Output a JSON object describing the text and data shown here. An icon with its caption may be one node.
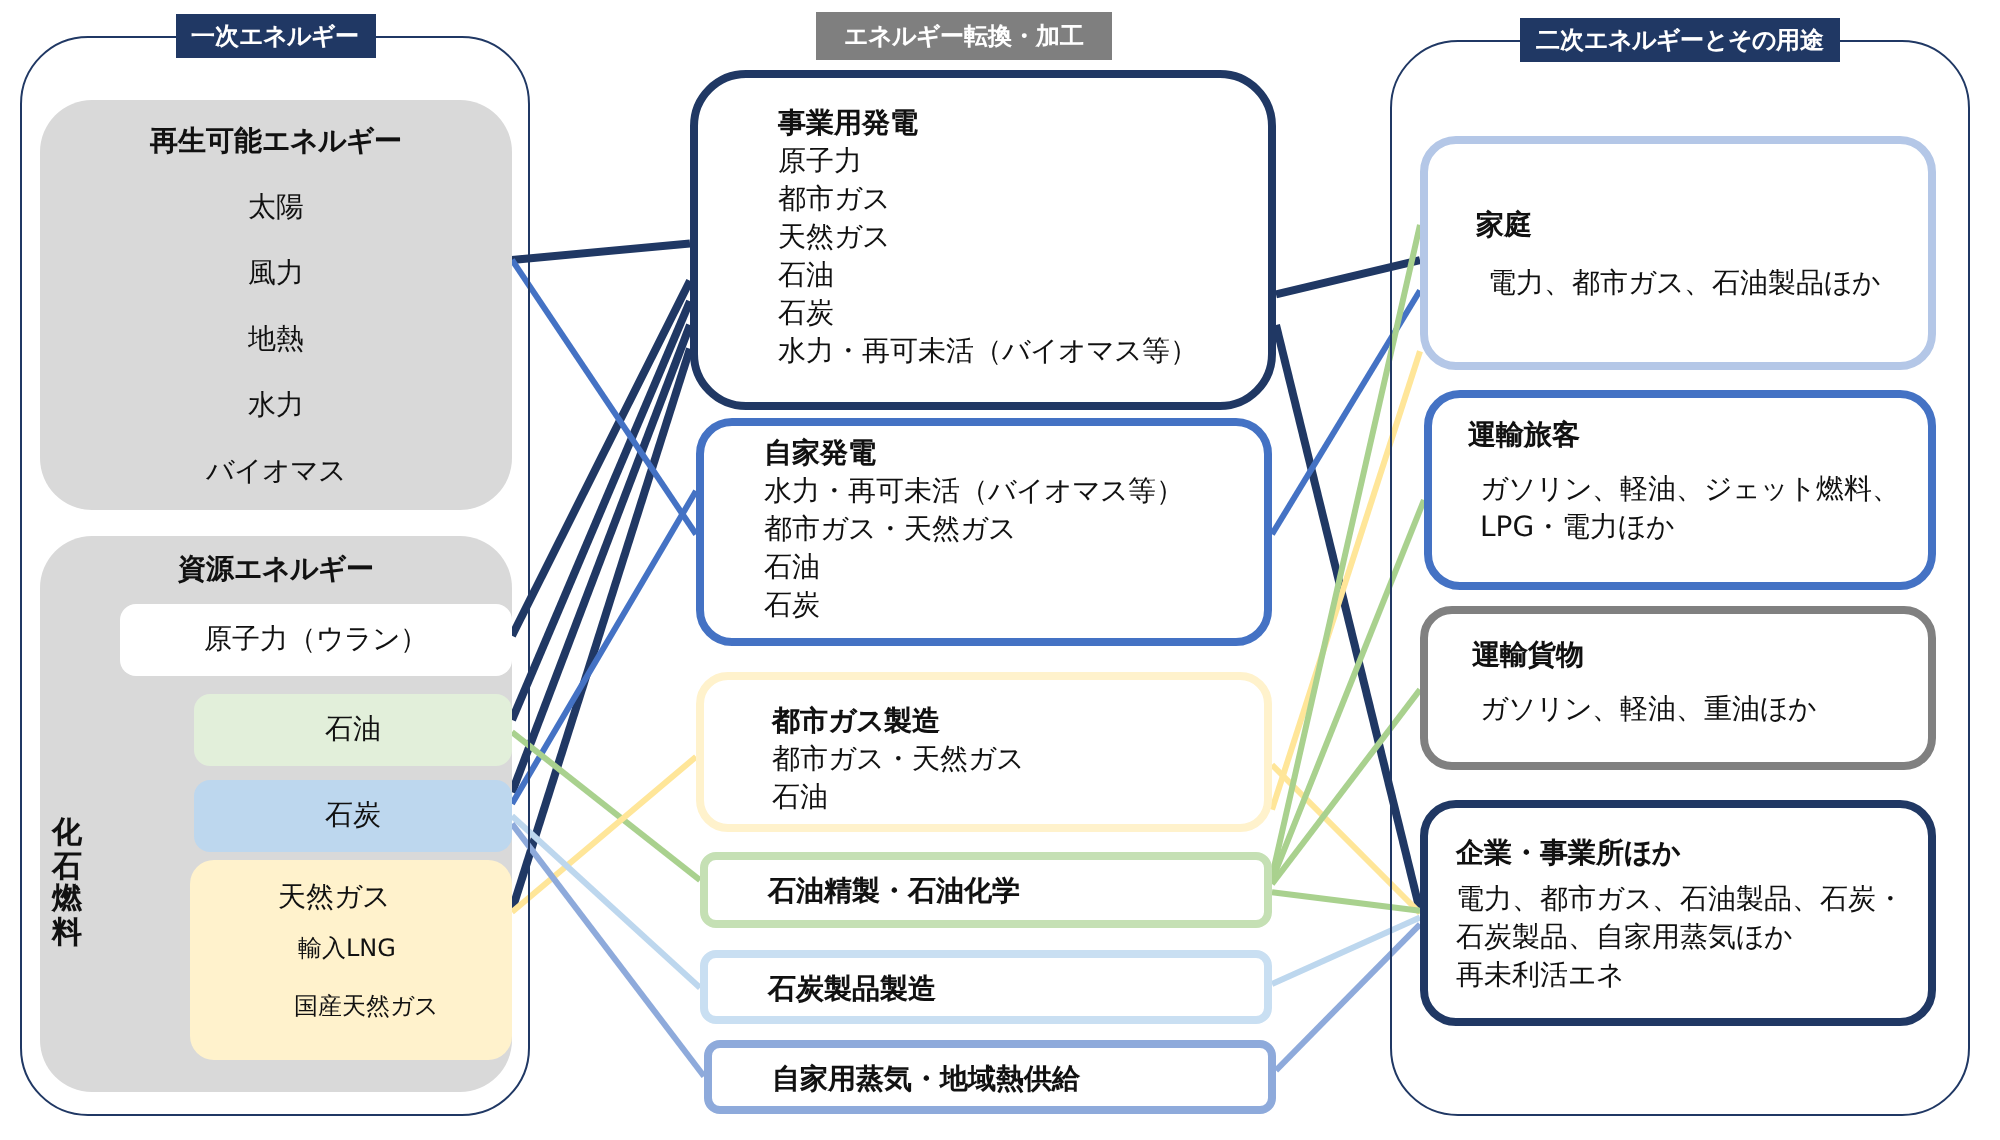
{
  "diagram": {
    "nodes": [
      {
        "text": [
          "一次エネルギー"
        ]
      },
      {
        "text": [
          "再生可能エネルギー",
          "太陽",
          "風力",
          "地熱",
          "水力",
          "バイオマス"
        ],
        "in": 0
      },
      {
        "text": [
          "資源エネルギー"
        ],
        "in": 0
      },
      {
        "text": [
          "原子力（ウラン）"
        ],
        "in": 2
      },
      {
        "text": [
          "石油"
        ],
        "in": 2
      },
      {
        "text": [
          "石炭"
        ],
        "in": 2
      },
      {
        "text": [
          "天然ガス",
          "輸入LNG",
          "国産天然ガス"
        ],
        "in": 2
      },
      {
        "text": [
          "エネルギー転換・加工"
        ]
      },
      {
        "text": [
          "事業用発電",
          "原子力",
          "都市ガス",
          "天然ガス",
          "石油",
          "石炭",
          "水力・再可未活（バイオマス等）"
        ]
      },
      {
        "text": [
          "自家発電",
          "水力・再可未活（バイオマス等）",
          "都市ガス・天然ガス",
          "石油",
          "石炭"
        ]
      },
      {
        "text": [
          "都市ガス製造",
          "都市ガス・天然ガス",
          "石油"
        ]
      },
      {
        "text": [
          "石油精製・石油化学"
        ]
      },
      {
        "text": [
          "石炭製品製造"
        ]
      },
      {
        "text": [
          "自家用蒸気・地域熱供給"
        ]
      },
      {
        "text": [
          "二次エネルギーとその用途"
        ]
      },
      {
        "text": [
          "家庭",
          "電力、都市ガス、石油製品ほか"
        ],
        "in": 14
      },
      {
        "text": [
          "運輸旅客",
          "ガソリン、軽油、ジェット燃料、LPG・電力ほか"
        ],
        "in": 14
      },
      {
        "text": [
          "運輸貨物",
          "ガソリン、軽油、重油ほか"
        ],
        "in": 14
      },
      {
        "text": [
          "企業・事業所ほか",
          "電力、都市ガス、石油製品、石炭・石炭製品、自家用蒸気ほか",
          "再未利活エネ"
        ],
        "in": 14
      }
    ],
    "edges": [
      {
        "from": 1,
        "to": 8,
        "arrow": "none"
      },
      {
        "from": 3,
        "to": 8,
        "arrow": "none"
      },
      {
        "from": 4,
        "to": 8,
        "arrow": "none"
      },
      {
        "from": 5,
        "to": 8,
        "arrow": "none"
      },
      {
        "from": 6,
        "to": 8,
        "arrow": "none"
      },
      {
        "from": 1,
        "to": 9,
        "arrow": "none",
        "color": "#4472c4"
      },
      {
        "from": 5,
        "to": 9,
        "arrow": "none",
        "color": "#4472c4"
      },
      {
        "from": 4,
        "to": 11,
        "arrow": "none",
        "color": "#a9d18e"
      },
      {
        "from": 6,
        "to": 10,
        "arrow": "none",
        "color": "#ffe699"
      },
      {
        "from": 5,
        "to": 12,
        "arrow": "none",
        "color": "#bdd7ee"
      },
      {
        "from": 5,
        "to": 13,
        "arrow": "none",
        "color": "#8eaadb"
      },
      {
        "from": 8,
        "to": 15,
        "arrow": "none"
      },
      {
        "from": 8,
        "to": 18,
        "arrow": "none"
      },
      {
        "from": 9,
        "to": 15,
        "arrow": "none",
        "color": "#4472c4"
      },
      {
        "from": 10,
        "to": 18,
        "arrow": "none",
        "color": "#ffe699"
      },
      {
        "from": 10,
        "to": 15,
        "arrow": "none",
        "color": "#ffe699"
      },
      {
        "from": 11,
        "to": 15,
        "arrow": "none",
        "color": "#a9d18e"
      },
      {
        "from": 11,
        "to": 16,
        "arrow": "none",
        "color": "#a9d18e"
      },
      {
        "from": 11,
        "to": 17,
        "arrow": "none",
        "color": "#a9d18e"
      },
      {
        "from": 11,
        "to": 18,
        "arrow": "none",
        "color": "#a9d18e"
      },
      {
        "from": 12,
        "to": 18,
        "arrow": "none",
        "color": "#bdd7ee"
      },
      {
        "from": 13,
        "to": 18,
        "arrow": "none",
        "color": "#8eaadb"
      }
    ],
    "labels": [
      "化石燃料"
    ]
  }
}
